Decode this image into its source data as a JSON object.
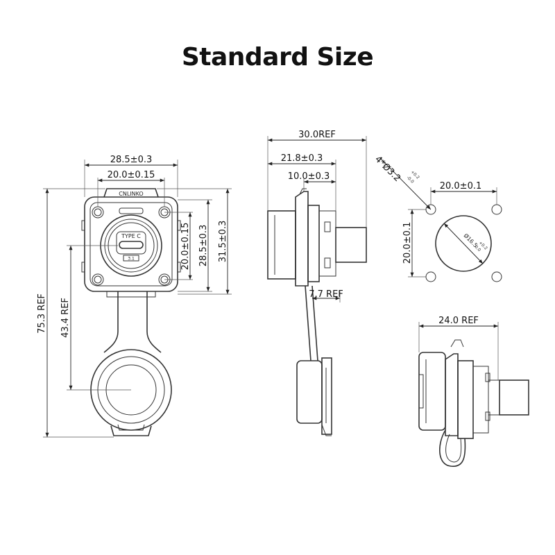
{
  "title": "Standard Size",
  "front_view": {
    "dim_width_outer": "28.5±0.3",
    "dim_width_holes": "20.0±0.15",
    "dim_height_holes": "20.0±0.15",
    "dim_height_outer": "28.5±0.3",
    "dim_height_total_flange": "31.5±0.3",
    "dim_length_total": "75.3 REF",
    "dim_length_cap": "43.4 REF",
    "brand_label": "CNLINKO",
    "port_label": "TYPE C",
    "version_label": "3.1"
  },
  "side_view": {
    "dim_total": "30.0REF",
    "dim_body": "21.8±0.3",
    "dim_rear": "10.0±0.3",
    "dim_thread": "7.7 REF"
  },
  "panel_cutout": {
    "dim_holes": "4*Ø3.2",
    "dim_holes_tol_plus": "+0.2",
    "dim_holes_tol_minus": "-0.0",
    "dim_hole_spacing_x": "20.0±0.1",
    "dim_hole_spacing_y": "20.0±0.1",
    "dim_center_hole": "Ø16.5",
    "dim_center_tol_plus": "+0.2",
    "dim_center_tol_minus": "0.0"
  },
  "side_view_capped": {
    "dim_total": "24.0 REF"
  }
}
